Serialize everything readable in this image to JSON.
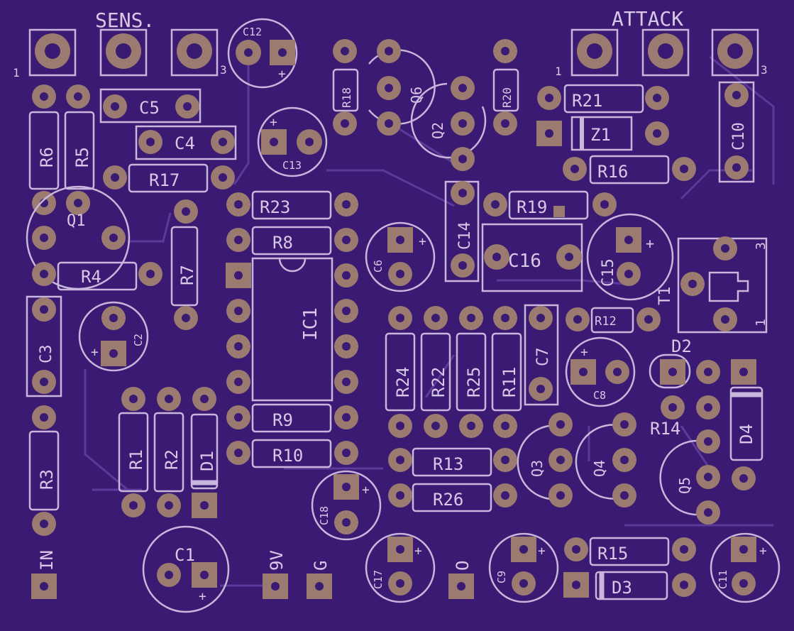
{
  "board": {
    "labels": {
      "sens": "SENS.",
      "attack": "ATTACK",
      "in": "IN",
      "v9": "9V",
      "g": "G",
      "o": "O",
      "sens_1": "1",
      "sens_3": "3",
      "attack_1": "1",
      "attack_3": "3",
      "t1_1": "1",
      "t1_3": "3"
    },
    "components": {
      "C1": "C1",
      "C2": "C2",
      "C3": "C3",
      "C4": "C4",
      "C5": "C5",
      "C6": "C6",
      "C7": "C7",
      "C8": "C8",
      "C9": "C9",
      "C10": "C10",
      "C11": "C11",
      "C12": "C12",
      "C13": "C13",
      "C14": "C14",
      "C15": "C15",
      "C16": "C16",
      "C17": "C17",
      "C18": "C18",
      "R1": "R1",
      "R2": "R2",
      "R3": "R3",
      "R4": "R4",
      "R5": "R5",
      "R6": "R6",
      "R7": "R7",
      "R8": "R8",
      "R9": "R9",
      "R10": "R10",
      "R11": "R11",
      "R12": "R12",
      "R13": "R13",
      "R14": "R14",
      "R15": "R15",
      "R16": "R16",
      "R17": "R17",
      "R18": "R18",
      "R19": "R19",
      "R20": "R20",
      "R21": "R21",
      "R22": "R22",
      "R23": "R23",
      "R24": "R24",
      "R25": "R25",
      "R26": "R26",
      "D1": "D1",
      "D2": "D2",
      "D3": "D3",
      "D4": "D4",
      "Z1": "Z1",
      "Q1": "Q1",
      "Q2": "Q2",
      "Q3": "Q3",
      "Q4": "Q4",
      "Q5": "Q5",
      "Q6": "Q6",
      "IC1": "IC1",
      "T1": "T1"
    },
    "polarity_mark": "+",
    "colors": {
      "board": "#3a1a73",
      "silkscreen": "#c8b6dc",
      "pad": "#9b7a70",
      "trace": "#5b3a99"
    }
  }
}
